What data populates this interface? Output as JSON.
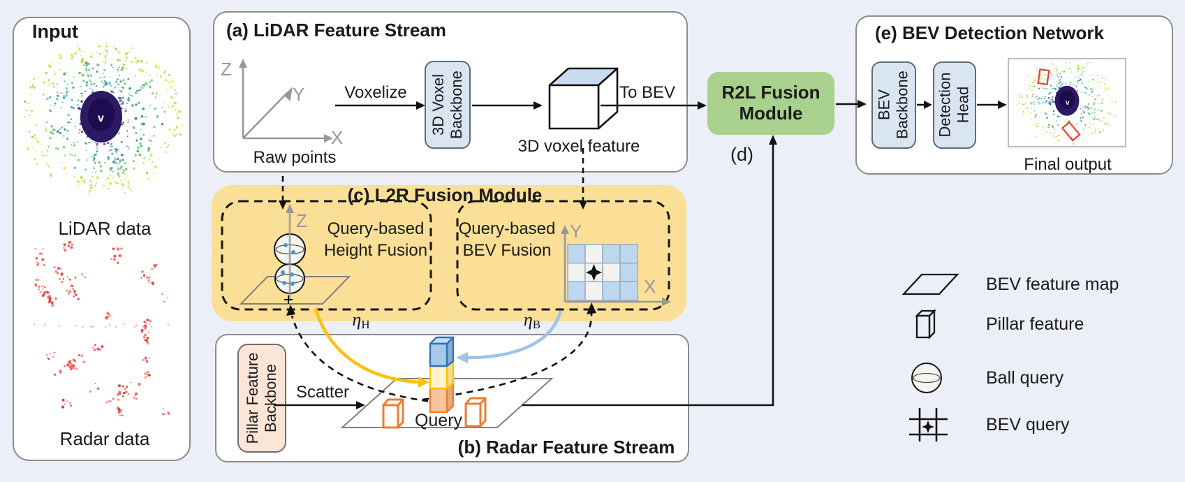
{
  "input_panel": {
    "title": "Input",
    "lidar_caption": "LiDAR data",
    "radar_caption": "Radar data"
  },
  "lidar_stream": {
    "title": "(a) LiDAR Feature Stream",
    "axes": {
      "z": "Z",
      "y": "Y",
      "x": "X"
    },
    "raw_points_label": "Raw points",
    "voxelize_label": "Voxelize",
    "backbone": {
      "line1": "3D Voxel",
      "line2": "Backbone"
    },
    "voxel_feature_label": "3D voxel feature",
    "to_bev_label": "To BEV"
  },
  "l2r_module": {
    "title": "(c) L2R Fusion Module",
    "height_fusion": {
      "line1": "Query-based",
      "line2": "Height Fusion"
    },
    "bev_fusion": {
      "line1": "Query-based",
      "line2": "BEV Fusion"
    },
    "axes": {
      "z": "Z",
      "y": "Y",
      "x": "X"
    },
    "eta_h": {
      "symbol": "η",
      "subscript": "H"
    },
    "eta_b": {
      "symbol": "η",
      "subscript": "B"
    }
  },
  "radar_stream": {
    "title": "(b) Radar Feature Stream",
    "backbone": {
      "line1": "Pillar Feature",
      "line2": "Backbone"
    },
    "scatter_label": "Scatter",
    "query_label": "Query"
  },
  "r2l_module": {
    "label_line1": "R2L Fusion",
    "label_line2": "Module",
    "d_label": "(d)"
  },
  "detection_network": {
    "title": "(e) BEV Detection Network",
    "bev_backbone": {
      "line1": "BEV",
      "line2": "Backbone"
    },
    "detection_head": {
      "line1": "Detection",
      "line2": "Head"
    },
    "final_output_label": "Final output"
  },
  "legend": {
    "items": [
      {
        "icon": "bev-feature-map-icon",
        "label": "BEV feature map"
      },
      {
        "icon": "pillar-feature-icon",
        "label": "Pillar feature"
      },
      {
        "icon": "ball-query-icon",
        "label": "Ball query"
      },
      {
        "icon": "bev-query-icon",
        "label": "BEV query"
      }
    ]
  },
  "colors": {
    "background": "#ECEFF7",
    "panel_border": "#8C8C8C",
    "yellow_module": "#FBDF96",
    "green_module": "#A9D18E",
    "blue_box": "#DAE5F2",
    "blue_box_border": "#5A6B7B",
    "pink_box": "#FBE5D6",
    "grid_blue": "#BDD7EE",
    "grid_white": "#F2F2F2",
    "eta_h_arrow": "#FFC010",
    "eta_b_arrow": "#9DC3E6",
    "point_blue": "#4D94D9",
    "pillar_orange": "#ED7D31",
    "stack_blue_border": "#2E74B5",
    "stack_yellow_border": "#FFC000",
    "radar_red": "#E03A3A",
    "detection_red": "#E34234",
    "axis_gray": "#989898"
  }
}
